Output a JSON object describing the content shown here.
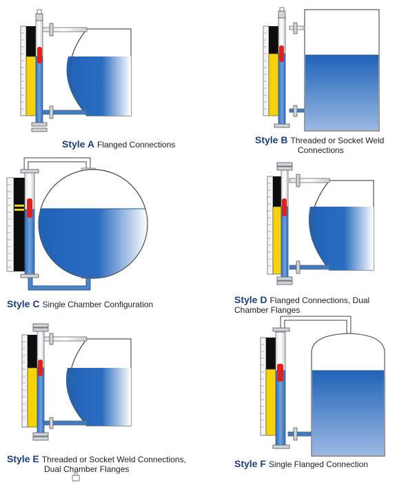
{
  "styles": [
    {
      "id": "a",
      "tag": "Style A",
      "line1": "Flanged Connections",
      "line2": ""
    },
    {
      "id": "b",
      "tag": "Style B",
      "line1": "Threaded or Socket Weld",
      "line2": "Connections"
    },
    {
      "id": "c",
      "tag": "Style C",
      "line1": "Single Chamber Configuration",
      "line2": ""
    },
    {
      "id": "d",
      "tag": "Style D",
      "line1": "Flanged Connections, Dual",
      "line2": "Chamber Flanges"
    },
    {
      "id": "e",
      "tag": "Style E",
      "line1": "Threaded or Socket Weld Connections,",
      "line2": "Dual Chamber Flanges"
    },
    {
      "id": "f",
      "tag": "Style F",
      "line1": "Single Flanged Connection",
      "line2": ""
    }
  ],
  "colors": {
    "liquid": "#1f63b8",
    "chamber": "#4a86c8",
    "float": "#e0221b",
    "indicator_yellow": "#f5d20a",
    "indicator_black": "#0d0d0d",
    "heading": "#1c3f7c"
  }
}
